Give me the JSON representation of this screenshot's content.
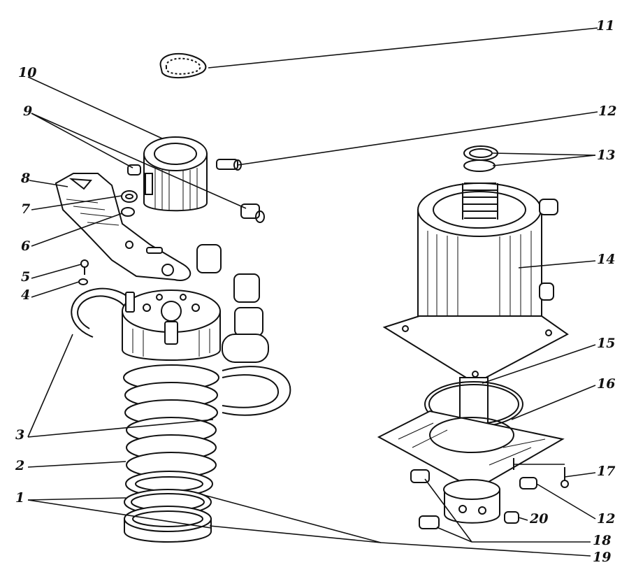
{
  "labels": {
    "l1": "1",
    "l2": "2",
    "l3": "3",
    "l4": "4",
    "l5": "5",
    "l6": "6",
    "l7": "7",
    "l8": "8",
    "l9": "9",
    "l10": "10",
    "l11": "11",
    "l12a": "12",
    "l12b": "12",
    "l13": "13",
    "l14": "14",
    "l15": "15",
    "l16": "16",
    "l17": "17",
    "l18": "18",
    "l19": "19",
    "l20": "20"
  },
  "colors": {
    "ink": "#111111",
    "paper": "#ffffff"
  }
}
